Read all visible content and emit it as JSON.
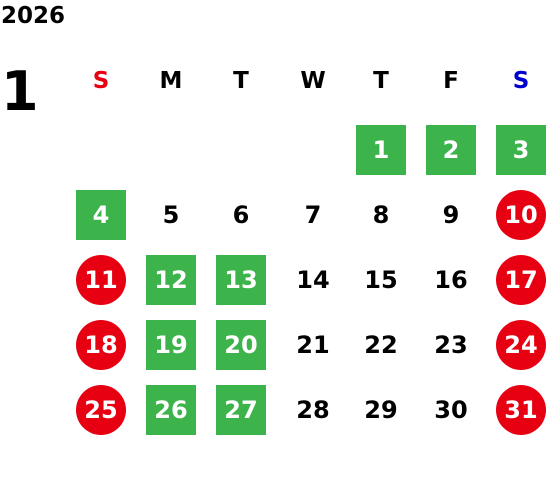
{
  "calendar": {
    "year": "2026",
    "month": "1",
    "weekdays": [
      {
        "label": "S",
        "color": "#e60012"
      },
      {
        "label": "M",
        "color": "#000000"
      },
      {
        "label": "T",
        "color": "#000000"
      },
      {
        "label": "W",
        "color": "#000000"
      },
      {
        "label": "T",
        "color": "#000000"
      },
      {
        "label": "F",
        "color": "#000000"
      },
      {
        "label": "S",
        "color": "#0000cc"
      }
    ],
    "first_weekday_index": 4,
    "days_in_month": 31,
    "colors": {
      "holiday_circle": "#e60012",
      "marked_square": "#3cb44b"
    },
    "red_circle_days": [
      10,
      11,
      17,
      18,
      24,
      25,
      31
    ],
    "green_square_days": [
      1,
      2,
      3,
      4,
      12,
      13,
      19,
      20,
      26,
      27
    ]
  }
}
